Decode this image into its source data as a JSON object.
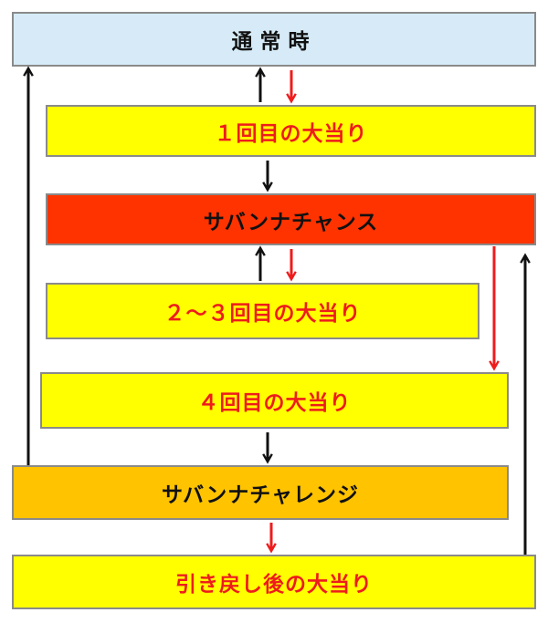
{
  "boxes": {
    "normal": "通常時",
    "first_jackpot": "１回目の大当り",
    "savanna_chance": "サバンナチャンス",
    "second_third_jackpot": "２～３回目の大当り",
    "fourth_jackpot": "４回目の大当り",
    "savanna_challenge": "サバンナチャレンジ",
    "after_return_jackpot": "引き戻し後の大当り"
  },
  "colors": {
    "normal_fill": "#d6ebf7",
    "jackpot_fill": "#ffff00",
    "chance_fill": "#ff3300",
    "challenge_fill": "#ffc300",
    "red_text": "#ee1c1c",
    "black_arrow": "#111111",
    "red_arrow": "#ee1c1c"
  }
}
